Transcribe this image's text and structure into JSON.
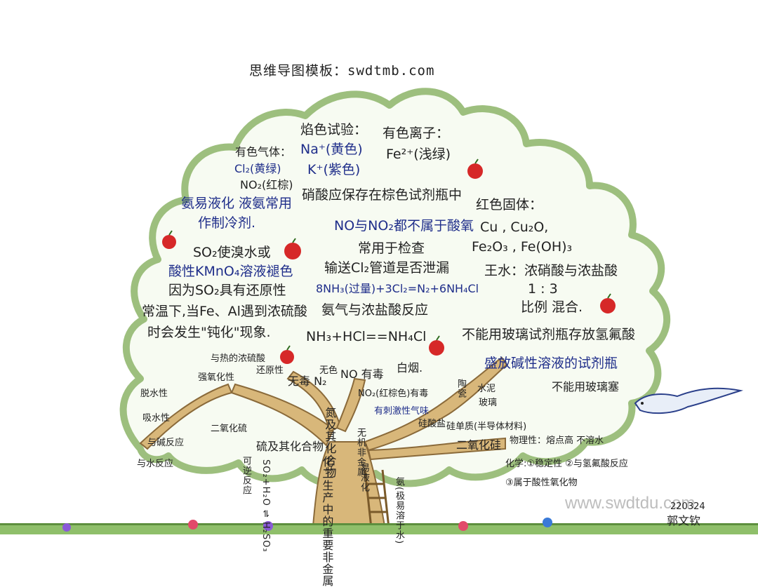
{
  "header": {
    "title": "思维导图模板：swdtmb.com"
  },
  "watermark": {
    "url": "www.swdtdu.com"
  },
  "signature": {
    "date": "220324",
    "name": "郭文钦"
  },
  "top_notes": {
    "colored_gas_title": "有色气体：",
    "colored_gas_cl2": "Cl₂(黄绿)",
    "colored_gas_no2": "NO₂(红棕)",
    "flame_title": "焰色试验：",
    "flame_na": "Na⁺(黄色)",
    "flame_k": "K⁺(紫色)",
    "colored_ion_title": "有色离子：",
    "colored_ion_fe": "Fe²⁺(浅绿)",
    "ammonia_line1": "氨易液化 液氨常用",
    "ammonia_line2": "作制冷剂.",
    "nitric_acid": "硝酸应保存在棕色试剂瓶中",
    "no_acid_oxide": "NO与NO₂都不属于酸氧",
    "so2_line1": "SO₂使溴水或",
    "so2_line2": "酸性KMnO₄溶液褪色",
    "so2_line3": "因为SO₂具有还原性",
    "passivation_line1": "常温下,当Fe、Al遇到浓硫酸",
    "passivation_line2": "时会发生\"钝化\"现象.",
    "detect_line1": "常用于检查",
    "detect_line2": "输送Cl₂管道是否泄漏",
    "reaction": "8NH₃(过量)+3Cl₂=N₂+6NH₄Cl",
    "hcl_reaction": "氨气与浓盐酸反应",
    "nh3_hcl": "NH₃+HCl==NH₄Cl",
    "white_smoke": "白烟.",
    "red_solids_title": "红色固体：",
    "red_solids_1": "Cu , Cu₂O,",
    "red_solids_2": "Fe₂O₃ , Fe(OH)₃",
    "aqua_regia": "王水：浓硝酸与浓盐酸",
    "ratio": "1    :    3",
    "ratio_mix": "比例 混合.",
    "glass_line1": "不能用玻璃试剂瓶存放氢氟酸",
    "glass_line2": "盛放碱性溶液的试剂瓶",
    "glass_line3": "不能用玻璃塞"
  },
  "tree": {
    "trunk_label": "无机非金属",
    "center_label": "化工生产中的重要非金属",
    "branch_sulfur": "硫及其化合物",
    "branch_nitrogen": "氮及其化合物",
    "branch_silicon": "二氧化硅",
    "sulfur_oxidizing": "与热的浓硫酸",
    "sulfur_reduce": "还原性",
    "sulfur_acid": "强氧化性",
    "sulfur_dehydrate": "脱水性",
    "sulfur_absorb": "吸水性",
    "sulfur_so2": "二氧化硫",
    "sulfur_react1": "与碱反应",
    "sulfur_react2": "与水反应",
    "sulfur_so3": "SO₂+H₂O ⇌ H₂SO₃",
    "sulfur_reversible": "可逆反应",
    "nitrogen_n2": "无毒 N₂",
    "nitrogen_no": "NO 有毒",
    "nitrogen_no2": "NO₂(红棕色)有毒",
    "nitrogen_colorless": "无色",
    "nitrogen_ammonia": "氨(极易溶于水)",
    "nitrogen_sub1": "有刺激性气味",
    "nitrogen_liquefy": "易液化",
    "silicon_silicate": "硅酸盐",
    "silicon_ceramics": "陶瓷",
    "silicon_cement": "水泥",
    "silicon_glass": "玻璃",
    "silicon_si": "硅单质(半导体材料)",
    "silicon_physical": "物理性：熔点高 不溶水",
    "silicon_chem1": "化学:①稳定性 ②与氢氟酸反应",
    "silicon_chem2": "③属于酸性氧化物"
  },
  "colors": {
    "canopy_fill": "#f7fbf2",
    "canopy_edge": "#9dbf7e",
    "apple": "#d62828",
    "trunk": "#c9a56a",
    "ink": "#1f2e8a"
  }
}
